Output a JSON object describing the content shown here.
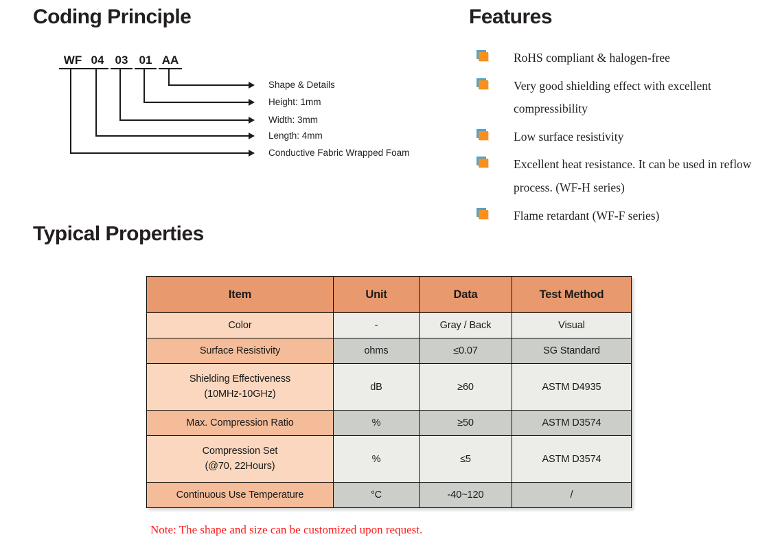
{
  "sections": {
    "coding": {
      "title": "Coding Principle"
    },
    "features": {
      "title": "Features"
    },
    "properties": {
      "title": "Typical Properties"
    }
  },
  "coding_diagram": {
    "code_segments": [
      {
        "text": "WF"
      },
      {
        "text": "04"
      },
      {
        "text": "03"
      },
      {
        "text": "01"
      },
      {
        "text": "AA"
      }
    ],
    "labels": [
      {
        "text": "Shape & Details"
      },
      {
        "text": "Height: 1mm"
      },
      {
        "text": "Width: 3mm"
      },
      {
        "text": "Length: 4mm"
      },
      {
        "text": "Conductive Fabric Wrapped Foam"
      }
    ]
  },
  "features": {
    "bullet_color": "#f7901e",
    "bullet_shadow_color": "#4fa3d1",
    "items": [
      {
        "text": "RoHS compliant & halogen-free"
      },
      {
        "text": "Very good shielding effect with excellent compressibility"
      },
      {
        "text": "Low surface resistivity"
      },
      {
        "text": "Excellent heat resistance. It can be used in reflow process. (WF-H series)"
      },
      {
        "text": "Flame retardant (WF-F series)"
      }
    ]
  },
  "properties_table": {
    "header_color": "#e8996d",
    "columns": [
      "Item",
      "Unit",
      "Data",
      "Test Method"
    ],
    "rows": [
      {
        "item": "Color",
        "item2": "",
        "unit": "-",
        "data": "Gray / Back",
        "method": "Visual"
      },
      {
        "item": "Surface Resistivity",
        "item2": "",
        "unit": "ohms",
        "data": "≤0.07",
        "method": "SG Standard"
      },
      {
        "item": "Shielding Effectiveness",
        "item2": "(10MHz-10GHz)",
        "unit": "dB",
        "data": "≥60",
        "method": "ASTM D4935"
      },
      {
        "item": "Max. Compression Ratio",
        "item2": "",
        "unit": "%",
        "data": "≥50",
        "method": "ASTM D3574"
      },
      {
        "item": "Compression Set",
        "item2": "(@70, 22Hours)",
        "unit": "%",
        "data": "≤5",
        "method": "ASTM D3574"
      },
      {
        "item": "Continuous Use Temperature",
        "item2": "",
        "unit": "°C",
        "data": "-40~120",
        "method": "/"
      }
    ],
    "note": "Note: The shape and size can be customized upon request.",
    "note_color": "#ff1a1a"
  }
}
